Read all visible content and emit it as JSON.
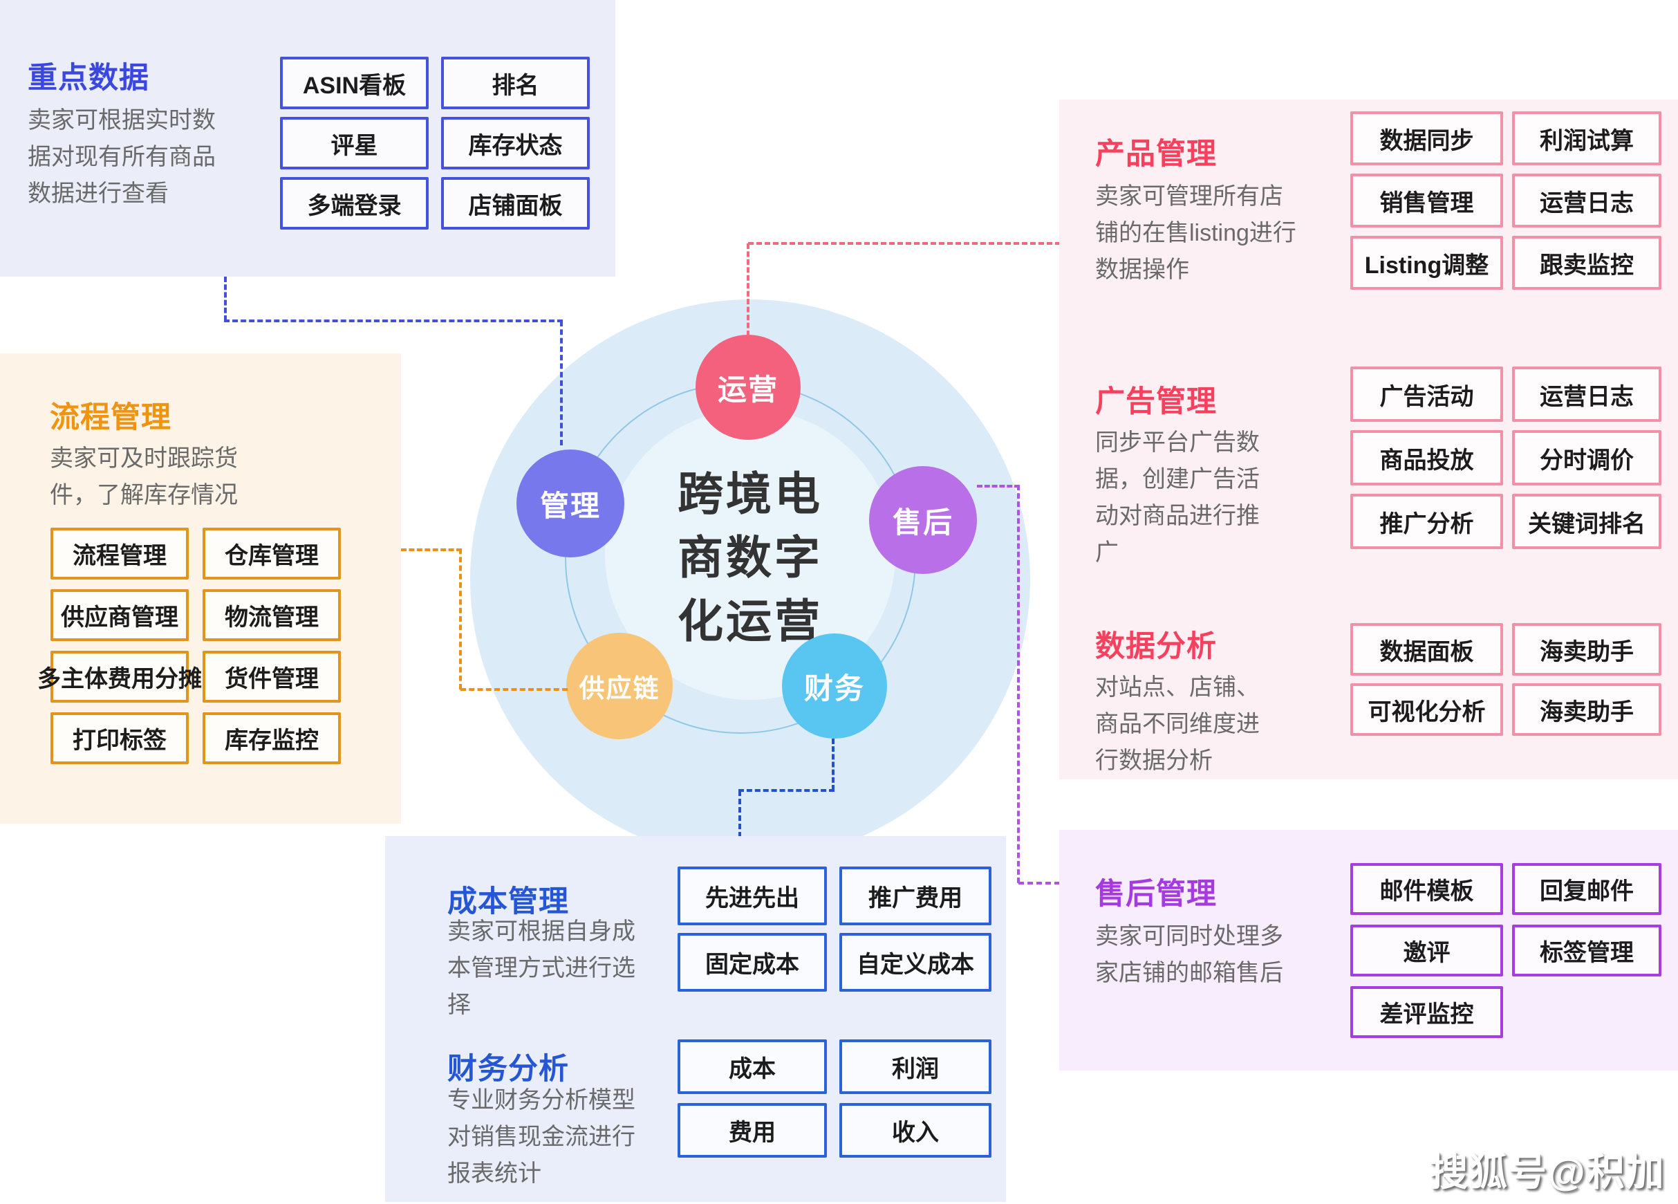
{
  "watermark": {
    "text": "搜狐号@积加"
  },
  "center": {
    "title_lines": [
      "跨境电",
      "商数字",
      "化运营"
    ],
    "nodes": [
      {
        "label": "运营",
        "color": "#f4617c"
      },
      {
        "label": "管理",
        "color": "#7678ec"
      },
      {
        "label": "售后",
        "color": "#b86fe8"
      },
      {
        "label": "供应链",
        "color": "#f8c478"
      },
      {
        "label": "财务",
        "color": "#59c5f1"
      }
    ],
    "big_circle_color": "#dbecf8",
    "ring_color": "#8fc8e6"
  },
  "connectors": {
    "key_data": "#3f51d6",
    "process": "#e8921e",
    "product": "#f26a80",
    "aftersale": "#ad54e4",
    "finance": "#2450cc"
  },
  "panels": {
    "key_data": {
      "title": "重点数据",
      "desc": "卖家可根据实时数据对现有所有商品数据进行查看",
      "accent": "#3b48e0",
      "chip_border": "#4353dd",
      "bg": "#ebedf8",
      "buttons": [
        "ASIN看板",
        "排名",
        "评星",
        "库存状态",
        "多端登录",
        "店铺面板"
      ]
    },
    "process": {
      "title": "流程管理",
      "desc": "卖家可及时跟踪货件，了解库存情况",
      "accent": "#f0930f",
      "chip_border": "#e2941f",
      "bg": "#fdf3e6",
      "buttons": [
        "流程管理",
        "仓库管理",
        "供应商管理",
        "物流管理",
        "多主体费用分摊",
        "货件管理",
        "打印标签",
        "库存监控"
      ]
    },
    "right": {
      "bg": "#fdf0f4",
      "accent": "#f5415e",
      "chip_border": "#f190a6",
      "sections": [
        {
          "title": "产品管理",
          "desc": "卖家可管理所有店铺的在售listing进行数据操作",
          "buttons": [
            "数据同步",
            "利润试算",
            "销售管理",
            "运营日志",
            "Listing调整",
            "跟卖监控"
          ]
        },
        {
          "title": "广告管理",
          "desc": "同步平台广告数据，创建广告活动对商品进行推广",
          "buttons": [
            "广告活动",
            "运营日志",
            "商品投放",
            "分时调价",
            "推广分析",
            "关键词排名"
          ]
        },
        {
          "title": "数据分析",
          "desc": "对站点、店铺、商品不同维度进行数据分析",
          "buttons": [
            "数据面板",
            "海卖助手",
            "可视化分析",
            "海卖助手"
          ]
        }
      ]
    },
    "aftersale": {
      "title": "售后管理",
      "desc": "卖家可同时处理多家店铺的邮箱售后",
      "accent": "#a43ae0",
      "chip_border": "#a63de0",
      "bg": "#f8edfc",
      "buttons": [
        "邮件模板",
        "回复邮件",
        "邀评",
        "标签管理",
        "差评监控"
      ]
    },
    "bottom": {
      "bg": "#e9eefa",
      "accent": "#2456d6",
      "chip_border": "#2b62d8",
      "sections": [
        {
          "title": "成本管理",
          "desc": "卖家可根据自身成本管理方式进行选择",
          "buttons": [
            "先进先出",
            "推广费用",
            "固定成本",
            "自定义成本"
          ]
        },
        {
          "title": "财务分析",
          "desc": "专业财务分析模型对销售现金流进行报表统计",
          "buttons": [
            "成本",
            "利润",
            "费用",
            "收入"
          ]
        }
      ]
    }
  }
}
